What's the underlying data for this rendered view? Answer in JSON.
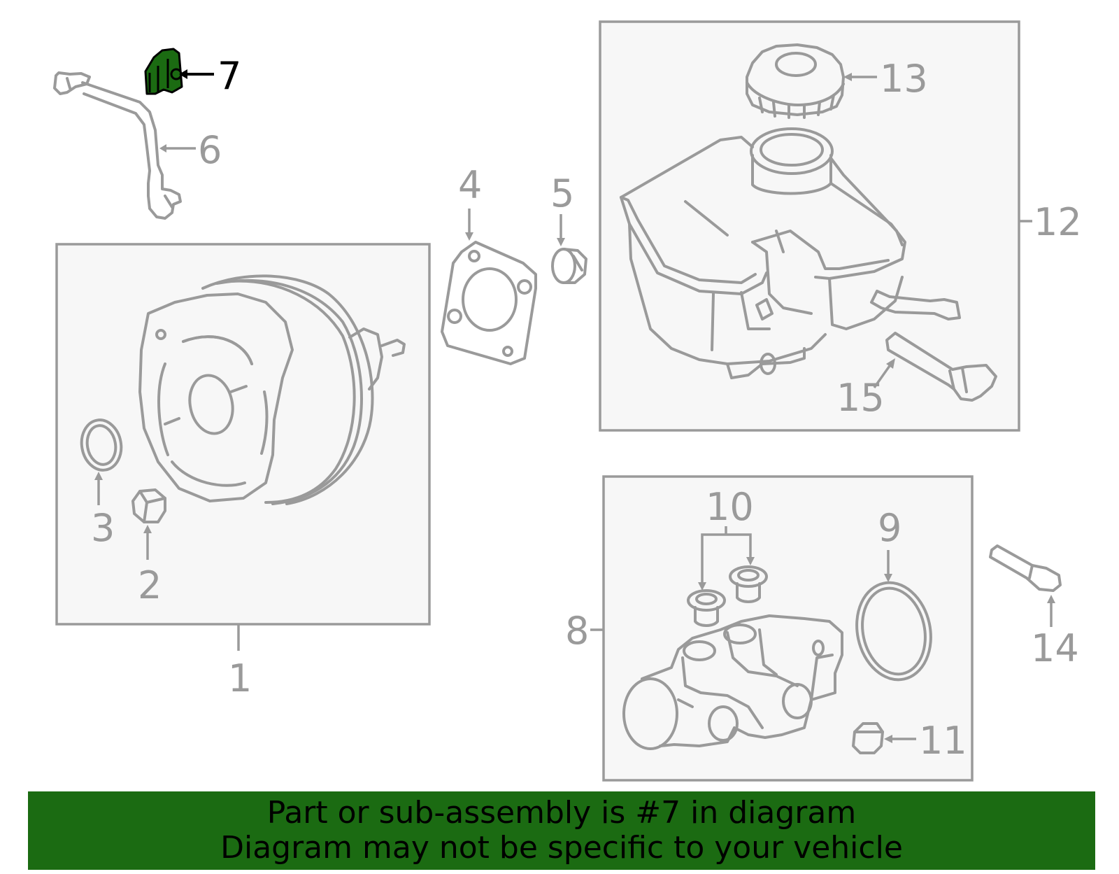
{
  "highlight": {
    "part_number": "7",
    "color": "#1b6b12"
  },
  "callouts": {
    "c1": "1",
    "c2": "2",
    "c3": "3",
    "c4": "4",
    "c5": "5",
    "c6": "6",
    "c7": "7",
    "c8": "8",
    "c9": "9",
    "c10": "10",
    "c11": "11",
    "c12": "12",
    "c13": "13",
    "c14": "14",
    "c15": "15"
  },
  "banner": {
    "line1": "Part or sub-assembly is #7 in diagram",
    "line2": "Diagram may not be specific to your vehicle",
    "background": "#1b6b12"
  },
  "colors": {
    "part_line": "#9a9a9a",
    "box_fill": "#f7f7f7"
  }
}
